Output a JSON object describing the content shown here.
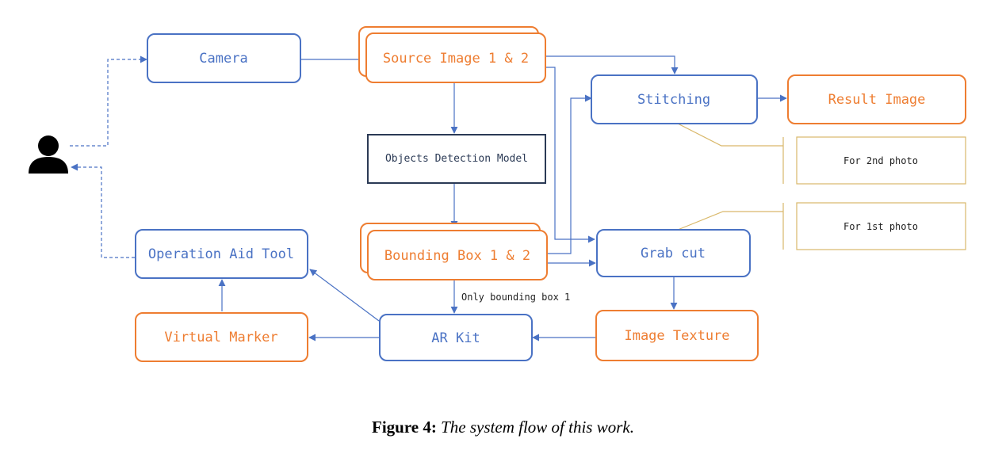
{
  "diagram": {
    "nodes": {
      "camera": "Camera",
      "source_image": "Source Image 1 & 2",
      "stitching": "Stitching",
      "result_image": "Result Image",
      "objects_detection": "Objects Detection Model",
      "bounding_box": "Bounding Box 1 & 2",
      "grab_cut": "Grab cut",
      "operation_aid_tool": "Operation Aid Tool",
      "virtual_marker": "Virtual Marker",
      "ar_kit": "AR Kit",
      "image_texture": "Image Texture"
    },
    "notes": {
      "for_2nd_photo": "For 2nd photo",
      "for_1st_photo": "For 1st photo"
    },
    "edge_labels": {
      "only_bounding_box": "Only bounding box 1"
    },
    "icons": {
      "user": "person-icon"
    },
    "colors": {
      "blue": "#4a72c4",
      "orange": "#ee7d31",
      "dark": "#2b3a55",
      "note": "#d9b86a"
    }
  },
  "caption": {
    "number": "Figure 4:",
    "text": "The system flow of this work."
  }
}
